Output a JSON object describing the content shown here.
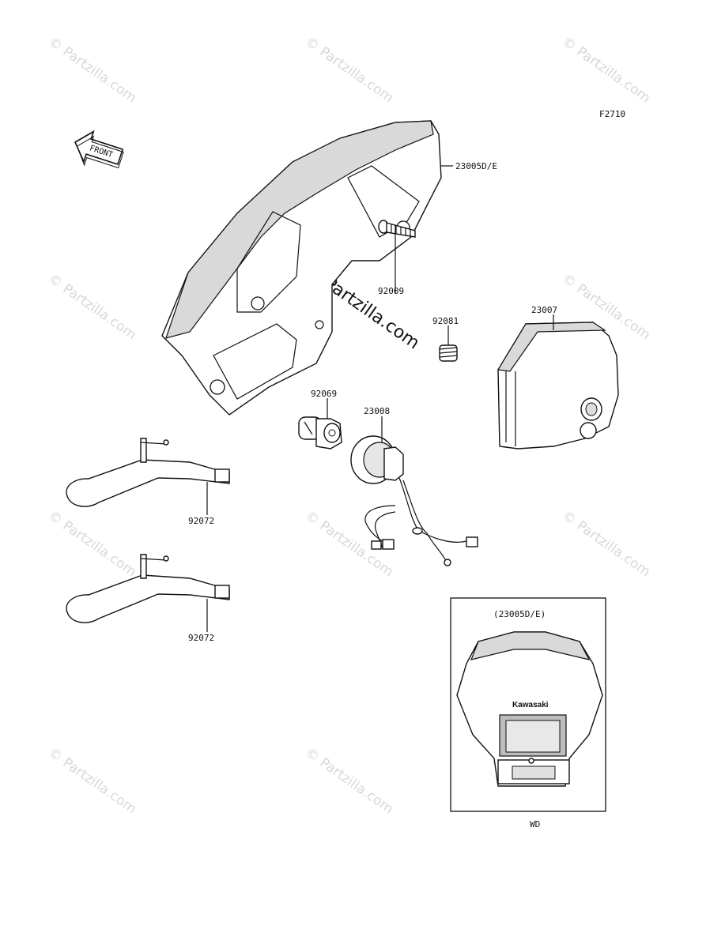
{
  "diagram": {
    "code": "F2710",
    "front_arrow_text": "FRONT",
    "watermark": "© Partzilla.com",
    "parts": [
      {
        "id": "p1",
        "number": "23005D/E"
      },
      {
        "id": "p2",
        "number": "92009"
      },
      {
        "id": "p3",
        "number": "92081"
      },
      {
        "id": "p4",
        "number": "23007"
      },
      {
        "id": "p5",
        "number": "92069"
      },
      {
        "id": "p6",
        "number": "23008"
      },
      {
        "id": "p7",
        "number": "92072"
      },
      {
        "id": "p8",
        "number": "92072"
      }
    ],
    "inset": {
      "title": "(23005D/E)",
      "brand": "Kawasaki",
      "caption": "WD"
    }
  }
}
